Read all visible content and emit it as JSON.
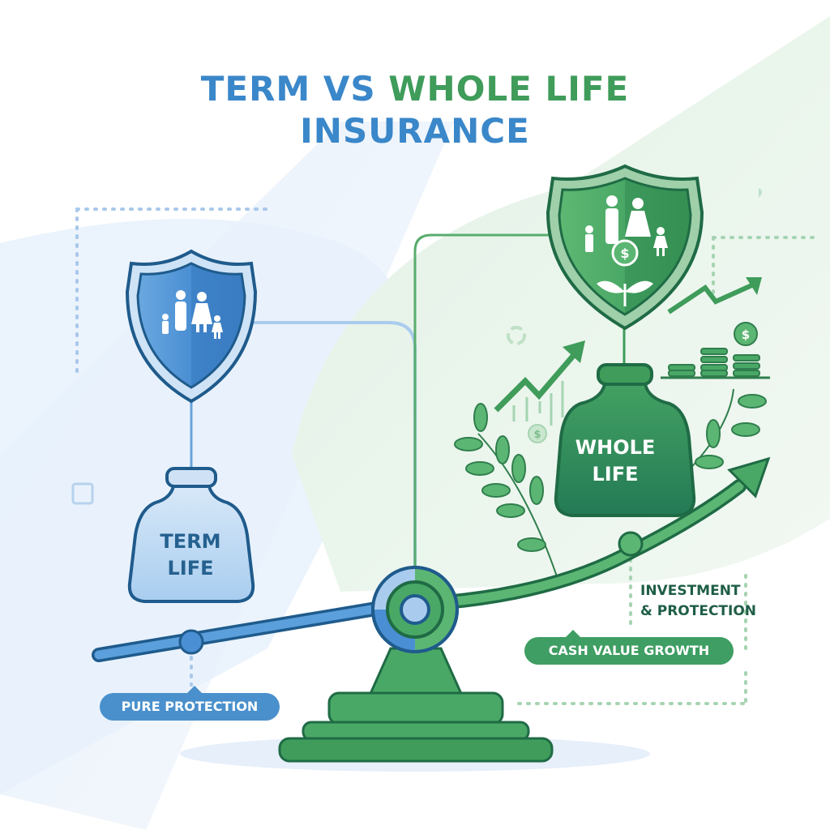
{
  "title": {
    "line1_part1": "TERM VS",
    "line1_part2": "WHOLE LIFE",
    "line2": "INSURANCE"
  },
  "left_side": {
    "weight_label_line1": "TERM",
    "weight_label_line2": "LIFE",
    "badge": "PURE PROTECTION",
    "shield_icon": "family-shield-icon",
    "color": "#3a87c9"
  },
  "right_side": {
    "weight_label_line1": "WHOLE",
    "weight_label_line2": "LIFE",
    "badge": "CASH VALUE GROWTH",
    "description_line1": "INVESTMENT",
    "description_line2": "& PROTECTION",
    "shield_icon": "family-money-plant-shield-icon",
    "color": "#3f9c5a"
  },
  "colors": {
    "blue_accent": "#3a87c9",
    "green_accent": "#3f9c5a",
    "dark_green_text": "#1f5e46",
    "light_blue_bg": "#e6f0fa",
    "light_green_bg": "#e7f4e9"
  }
}
